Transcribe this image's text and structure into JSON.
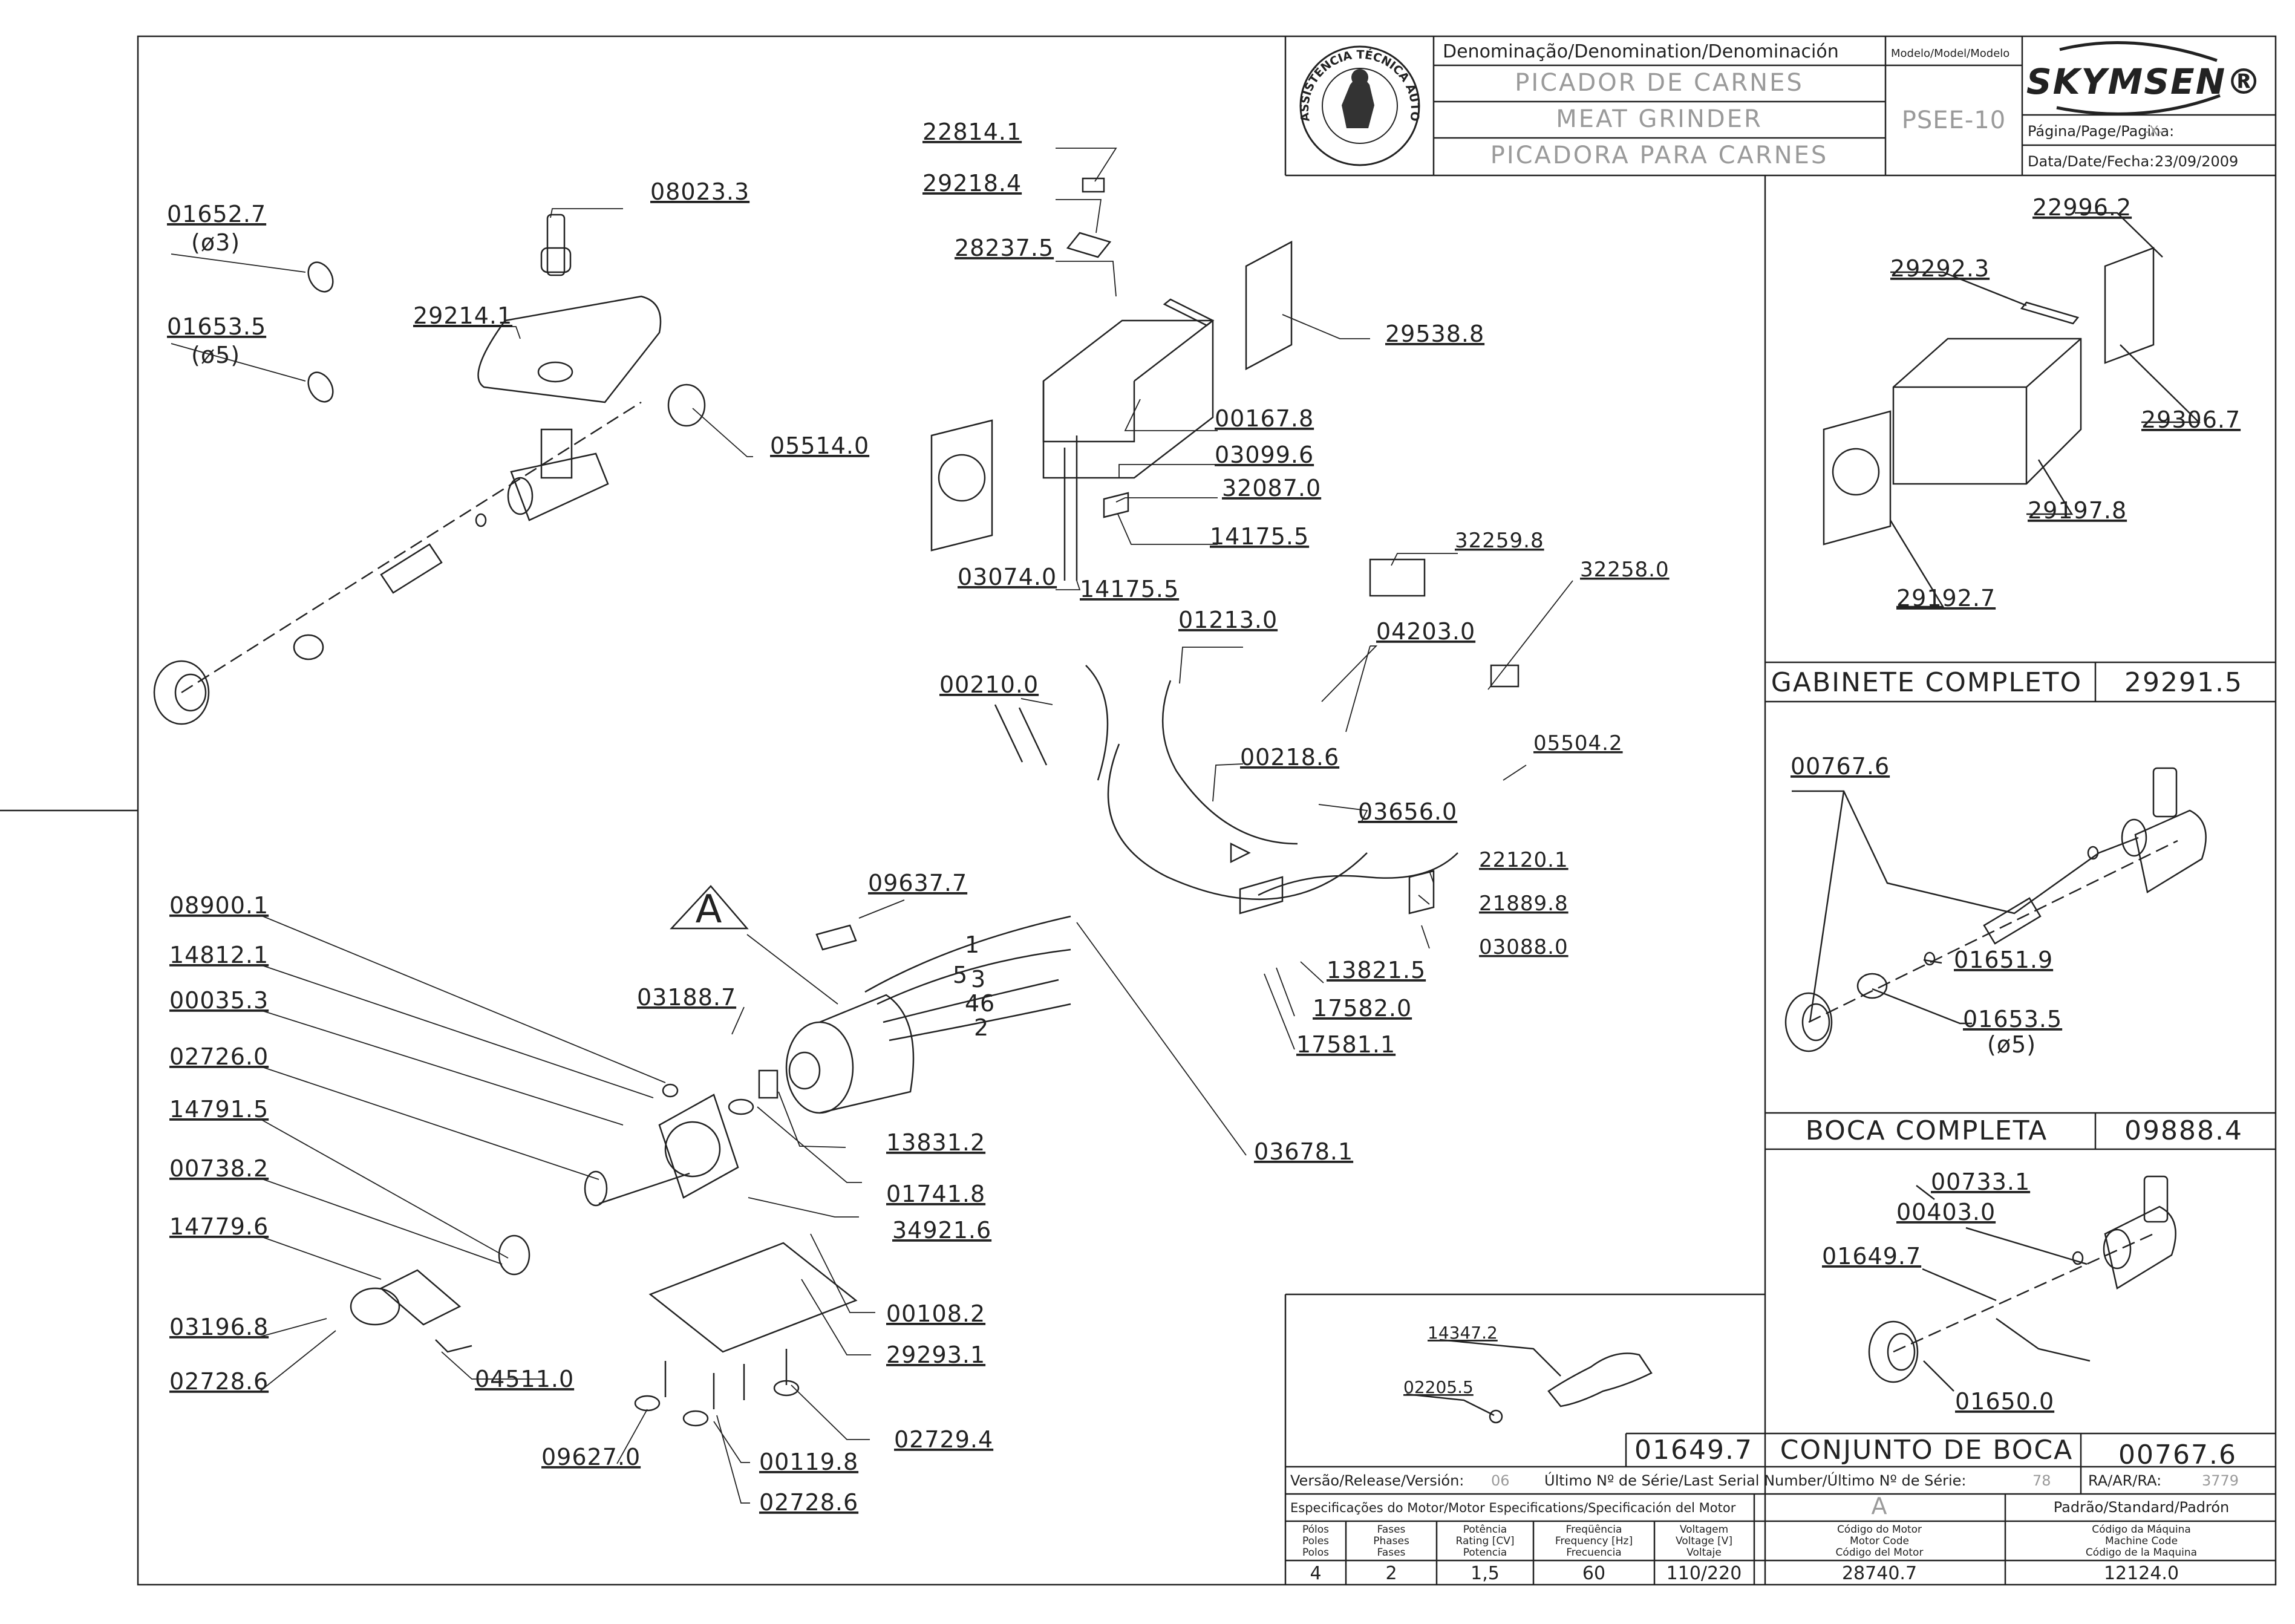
{
  "header": {
    "logo_text": "ASSISTÊNCIA TÉCNICA AUTORIZADA",
    "denomination_label": "Denominação/Denomination/Denominación",
    "names": [
      "PICADOR DE CARNES",
      "MEAT GRINDER",
      "PICADORA PARA CARNES"
    ],
    "model_label": "Modelo/Model/Modelo",
    "model_value": "PSEE-10",
    "brand": "SKYMSEN®",
    "page_label": "Página/Page/Pagina:",
    "page_value": "-X-",
    "date_label": "Data/Date/Fecha:",
    "date_value": "23/09/2009"
  },
  "parts": {
    "grinder_head": [
      {
        "code": "01652.7",
        "note": "(ø3)"
      },
      {
        "code": "01653.5",
        "note": "(ø5)"
      },
      {
        "code": "08023.3"
      },
      {
        "code": "29214.1"
      },
      {
        "code": "05514.0"
      }
    ],
    "cabinet": [
      "22814.1",
      "29218.4",
      "28237.5",
      "29538.8",
      "00167.8",
      "03099.6",
      "32087.0",
      "14175.5",
      "03074.0",
      "14175.5"
    ],
    "electrical": [
      "32259.8",
      "32258.0",
      "01213.0",
      "04203.0",
      "00210.0",
      "00218.6",
      "05504.2",
      "03656.0",
      "22120.1",
      "21889.8",
      "03088.0",
      "13821.5",
      "17582.0",
      "17581.1",
      "03678.1"
    ],
    "motor": [
      "09637.7",
      "03188.7",
      "13831.2",
      "01741.8",
      "34921.6",
      "00108.2",
      "29293.1",
      "02729.4",
      "00119.8",
      "02728.6",
      "09627.0"
    ],
    "gearbox": [
      "08900.1",
      "14812.1",
      "00035.3",
      "02726.0",
      "14791.5",
      "00738.2",
      "14779.6",
      "03196.8",
      "02728.6",
      "04511.0"
    ],
    "motor_mark": "A",
    "wire_numbers": [
      "1",
      "5",
      "3",
      "4",
      "6",
      "2"
    ]
  },
  "cabinet_box": {
    "parts": [
      "22996.2",
      "29292.3",
      "29306.7",
      "29197.8",
      "29192.7"
    ],
    "title": "GABINETE COMPLETO",
    "code": "29291.5"
  },
  "mouth_box": {
    "parts": [
      "00767.6",
      "01651.9",
      "01653.5"
    ],
    "note": "(ø5)",
    "title": "BOCA COMPLETA",
    "code": "09888.4"
  },
  "mouth_assembly_box": {
    "parts": [
      "00733.1",
      "00403.0",
      "01649.7",
      "01650.0"
    ],
    "title": "CONJUNTO DE BOCA",
    "code": "00767.6"
  },
  "screw_box": {
    "parts": [
      "14347.2",
      "02205.5"
    ],
    "code": "01649.7"
  },
  "footer": {
    "version_label": "Versão/Release/Versión:",
    "version_value": "06",
    "serial_label": "Último Nº de Série/Last Serial Number/Último Nº de Série:",
    "serial_value": "78",
    "ra_label": "RA/AR/RA:",
    "ra_value": "3779",
    "motor_spec_label": "Especificações do Motor/Motor Especifications/Specificación del Motor",
    "motor_mark": "A",
    "standard_label": "Padrão/Standard/Padrón",
    "columns": [
      {
        "head": [
          "Pólos",
          "Poles",
          "Polos"
        ],
        "value": "4"
      },
      {
        "head": [
          "Fases",
          "Phases",
          "Fases"
        ],
        "value": "2"
      },
      {
        "head": [
          "Potência",
          "Rating [CV]",
          "Potencia"
        ],
        "value": "1,5"
      },
      {
        "head": [
          "Freqüência",
          "Frequency [Hz]",
          "Frecuencia"
        ],
        "value": "60"
      },
      {
        "head": [
          "Voltagem",
          "Voltage [V]",
          "Voltaje"
        ],
        "value": "110/220"
      },
      {
        "head": [
          "Código do Motor",
          "Motor Code",
          "Código del Motor"
        ],
        "value": "28740.7"
      },
      {
        "head": [
          "Código da Máquina",
          "Machine Code",
          "Código de la Maquina"
        ],
        "value": "12124.0"
      }
    ]
  },
  "colors": {
    "ink": "#222222",
    "gray_text": "#9a9a9a",
    "paper": "#ffffff"
  }
}
